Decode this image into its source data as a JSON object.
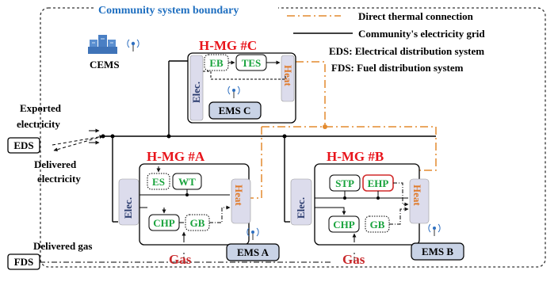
{
  "boundary_label": "Community system boundary",
  "legend": {
    "thermal": "Direct thermal connection",
    "grid": "Community's electricity grid",
    "eds_def": "EDS: Electrical distribution system",
    "fds_def": "FDS: Fuel distribution system"
  },
  "cems_label": "CEMS",
  "external": {
    "eds": "EDS",
    "fds": "FDS",
    "exported_1": "Exported",
    "exported_2": "electricity",
    "delivered_1": "Delivered",
    "delivered_2": "electricity",
    "delivered_gas": "Delivered gas"
  },
  "microgrids": {
    "c": {
      "title": "H-MG #C",
      "elec": "Elec.",
      "heat": "Heat",
      "units": [
        "EB",
        "TES"
      ],
      "ems": "EMS C"
    },
    "a": {
      "title": "H-MG #A",
      "elec": "Elec.",
      "heat": "Heat",
      "gas": "Gas",
      "units": [
        "ES",
        "WT",
        "CHP",
        "GB"
      ],
      "ems": "EMS A"
    },
    "b": {
      "title": "H-MG #B",
      "elec": "Elec.",
      "heat": "Heat",
      "gas": "Gas",
      "units": [
        "STP",
        "EHP",
        "CHP",
        "GB"
      ],
      "ems": "EMS B"
    }
  },
  "colors": {
    "title_red": "#e8141b",
    "unit_green": "#18a33c",
    "elec_navy": "#2a3b6e",
    "heat_orange": "#e07a2a",
    "thermal_line": "#e38a2e",
    "boundary_blue": "#1f6fc0",
    "ems_fill": "#c9d3e6",
    "bar_fill": "#dcdcec",
    "gas_red": "#c8282a",
    "ehp_border": "#d22a2a"
  }
}
